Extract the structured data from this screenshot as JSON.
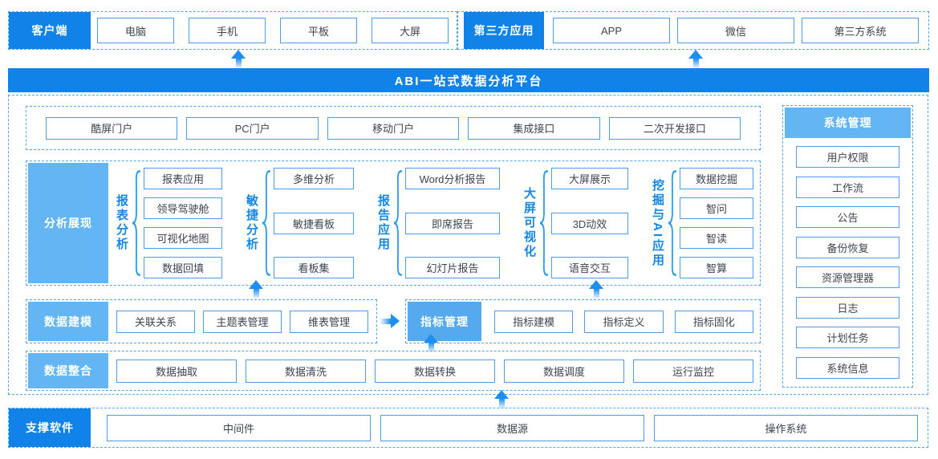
{
  "colors": {
    "accent": "#1183E8",
    "accent_light": "#63B6F3",
    "metric_highlight": "#55A9EF",
    "box_border": "#4D9BEF",
    "dashed_border": "#55A4EF",
    "arrow": "#1E8FF2",
    "text": "#3D4450"
  },
  "top": {
    "client": {
      "label": "客户端",
      "items": [
        "电脑",
        "手机",
        "平板",
        "大屏"
      ]
    },
    "third_party": {
      "label": "第三方应用",
      "items": [
        "APP",
        "微信",
        "第三方系统"
      ]
    }
  },
  "banner": {
    "title": "ABI一站式数据分析平台"
  },
  "portal": {
    "items": [
      "酷屏门户",
      "PC门户",
      "移动门户",
      "集成接口",
      "二次开发接口"
    ]
  },
  "analysis": {
    "label": "分析展现",
    "groups": [
      {
        "name": "报表分析",
        "items": [
          "报表应用",
          "领导驾驶舱",
          "可视化地图",
          "数据回填"
        ]
      },
      {
        "name": "敏捷分析",
        "items": [
          "多维分析",
          "敏捷看板",
          "看板集"
        ]
      },
      {
        "name": "报告应用",
        "items": [
          "Word分析报告",
          "即席报告",
          "幻灯片报告"
        ]
      },
      {
        "name": "大屏可视化",
        "items": [
          "大屏展示",
          "3D动效",
          "语音交互"
        ]
      },
      {
        "name": "挖掘与AI应用",
        "items": [
          "数据挖掘",
          "智问",
          "智读",
          "智算"
        ]
      }
    ]
  },
  "modeling": {
    "label": "数据建模",
    "items": [
      "关联关系",
      "主题表管理",
      "维表管理"
    ],
    "metric_label": "指标管理",
    "metric_items": [
      "指标建模",
      "指标定义",
      "指标固化"
    ]
  },
  "integration": {
    "label": "数据整合",
    "items": [
      "数据抽取",
      "数据清洗",
      "数据转换",
      "数据调度",
      "运行监控"
    ]
  },
  "system": {
    "label": "系统管理",
    "items": [
      "用户权限",
      "工作流",
      "公告",
      "备份恢复",
      "资源管理器",
      "日志",
      "计划任务",
      "系统信息"
    ]
  },
  "support": {
    "label": "支撑软件",
    "items": [
      "中间件",
      "数据源",
      "操作系统"
    ]
  }
}
